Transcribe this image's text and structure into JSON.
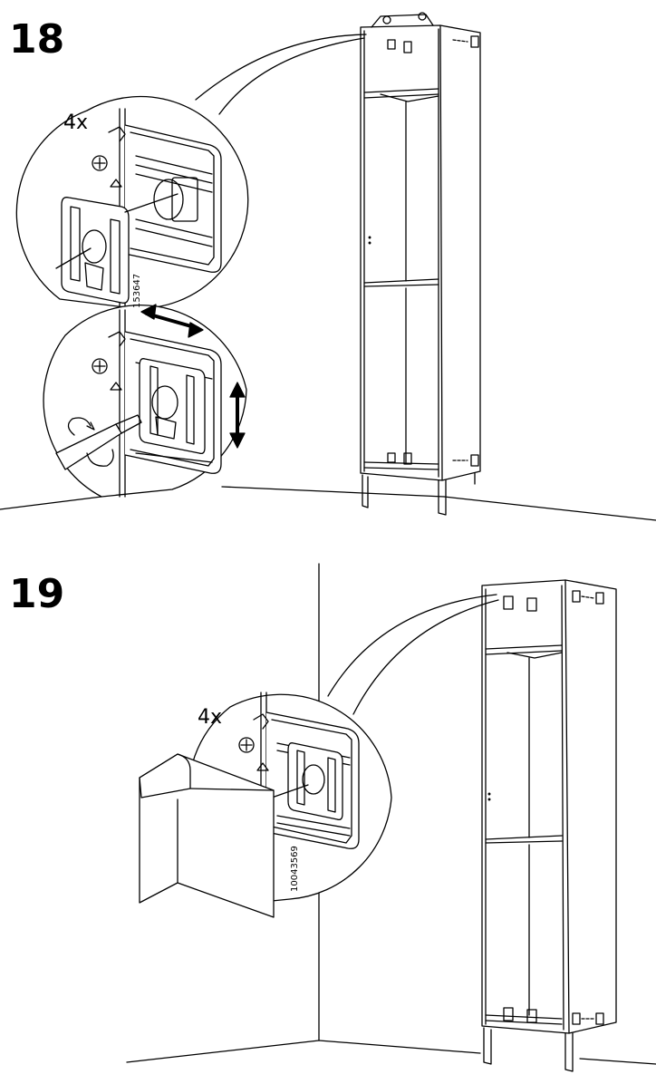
{
  "steps": [
    {
      "number": "18",
      "quantity": "4x",
      "part_number": "153647"
    },
    {
      "number": "19",
      "quantity": "4x",
      "part_number": "10043569"
    }
  ],
  "colors": {
    "line": "#000000",
    "paper": "#ffffff",
    "panel": "#f2f2f2"
  },
  "icons": [
    "double-arrow-horizontal-icon",
    "double-arrow-vertical-icon",
    "screwdriver-icon"
  ]
}
